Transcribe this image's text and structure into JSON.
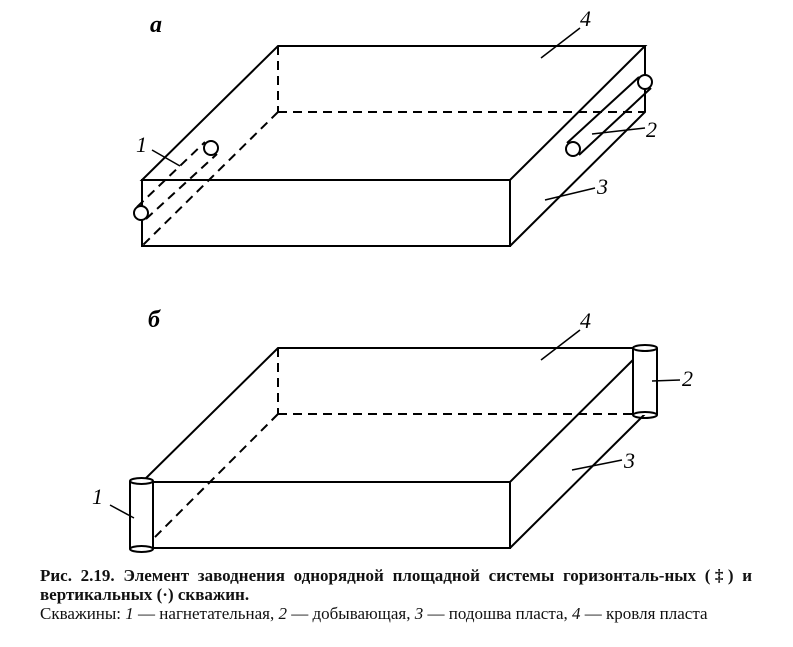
{
  "figure": {
    "panel_a": "а",
    "panel_b": "б",
    "labels": {
      "l1": "1",
      "l2": "2",
      "l3": "3",
      "l4": "4"
    }
  },
  "caption": {
    "title": "Рис. 2.19. Элемент заводнения однорядной площадной системы горизонталь-ных (‡) и вертикальных (·) скважин.",
    "prefix": "Скважины: ",
    "items": [
      {
        "n": "1",
        "text": " — нагнетательная, "
      },
      {
        "n": "2",
        "text": " — добывающая, "
      },
      {
        "n": "3",
        "text": " — подошва пласта, "
      },
      {
        "n": "4",
        "text": " — кровля пласта"
      }
    ]
  }
}
